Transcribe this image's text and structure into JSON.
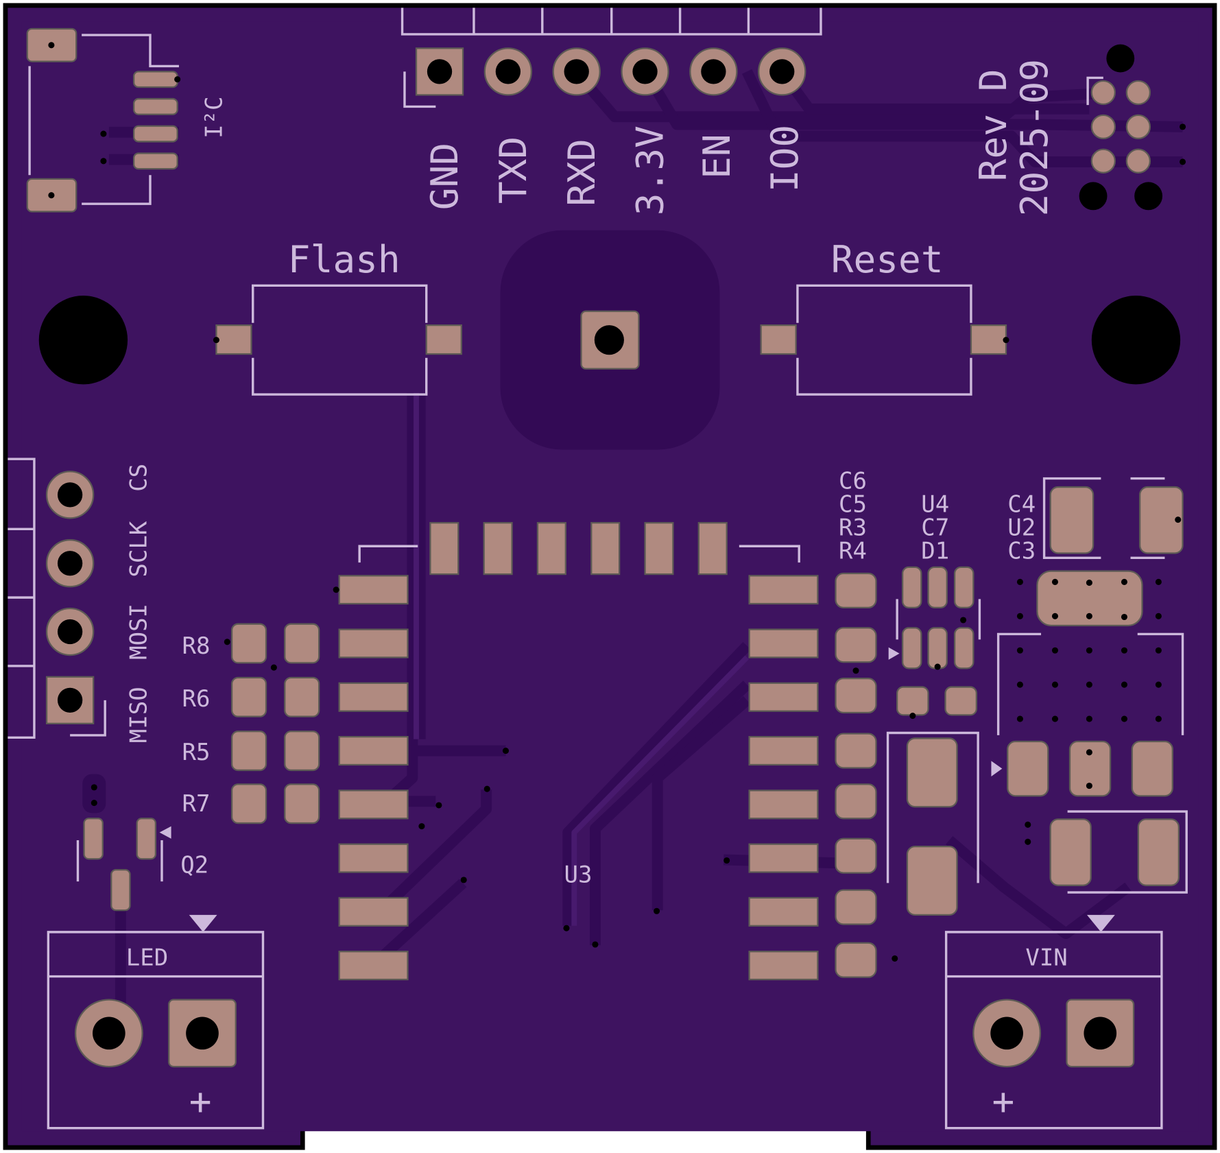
{
  "board": {
    "colors": {
      "board": "#3e1360",
      "zone": "#320a55",
      "pad": "#b08a80",
      "silk": "#cdb9dc"
    },
    "labels": {
      "i2c": "I²C",
      "header_pins": [
        "GND",
        "TXD",
        "RXD",
        "3.3V",
        "EN",
        "IO0"
      ],
      "rev": "Rev D",
      "date": "2025-09",
      "flash": "Flash",
      "reset": "Reset",
      "spi_pins": [
        "CS",
        "SCLK",
        "MOSI",
        "MISO"
      ],
      "resistors": [
        "R8",
        "R6",
        "R5",
        "R7"
      ],
      "q2": "Q2",
      "u3": "U3",
      "led": "LED",
      "vin": "VIN",
      "plus": "+",
      "group1": [
        "C6",
        "C5",
        "R3",
        "R4"
      ],
      "group2": [
        "U4",
        "C7",
        "D1"
      ],
      "group3": [
        "C4",
        "U2",
        "C3"
      ]
    }
  }
}
